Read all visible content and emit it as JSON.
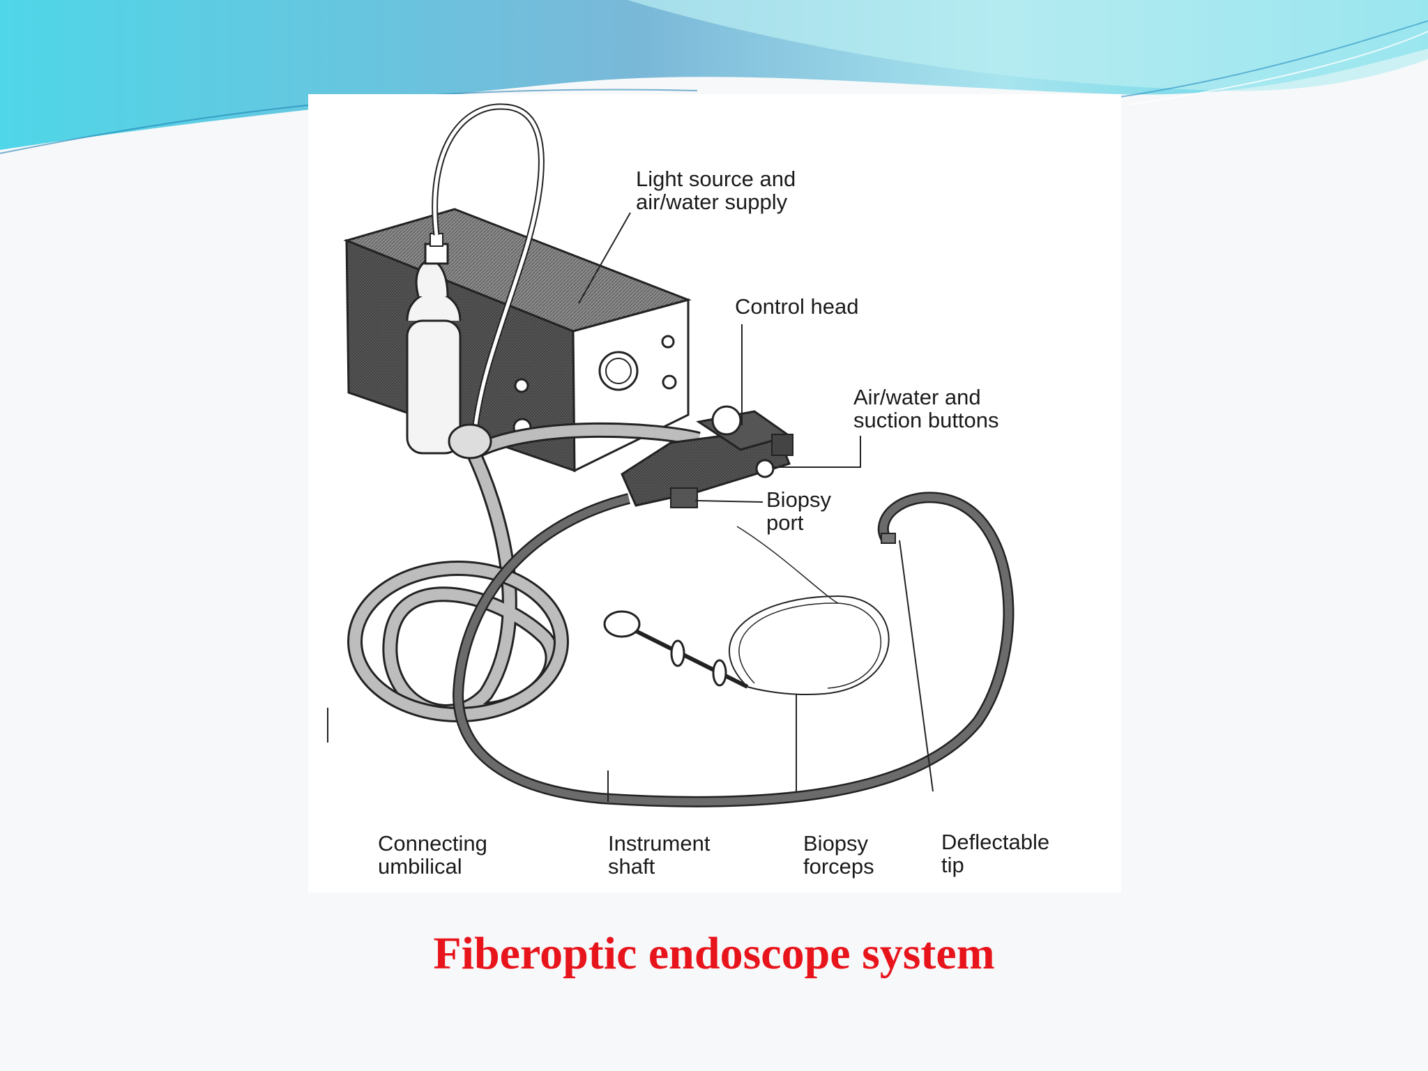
{
  "slide": {
    "title": "Fiberoptic endoscope system",
    "title_color": "#e8141b",
    "background": "#f7f8fa",
    "header_colors": [
      "#4fd0e6",
      "#7cc6dc",
      "#b9eef2"
    ]
  },
  "diagram": {
    "labels": {
      "light_source": "Light source and\nair/water supply",
      "control_head": "Control head",
      "air_water_buttons": "Air/water and\nsuction buttons",
      "biopsy_port": "Biopsy\nport",
      "connecting_umbilical": "Connecting\numbilical",
      "instrument_shaft": "Instrument\nshaft",
      "biopsy_forceps": "Biopsy\nforceps",
      "deflectable_tip": "Deflectable\ntip"
    }
  }
}
